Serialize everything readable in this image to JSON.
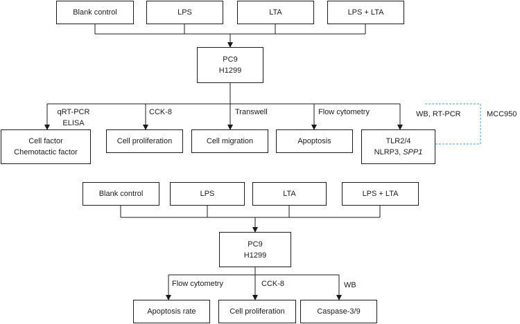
{
  "top": {
    "groups": [
      "Blank control",
      "LPS",
      "LTA",
      "LPS + LTA"
    ],
    "cells": [
      "PC9",
      "H1299"
    ],
    "methods": [
      "qRT-PCR",
      "ELISA",
      "CCK-8",
      "Transwell",
      "Flow cytometry"
    ],
    "outcomes": {
      "factor": [
        "Cell factor",
        "Chemotactic factor"
      ],
      "proliferation": "Cell proliferation",
      "migration": "Cell migration",
      "apoptosis": "Apoptosis",
      "tlr": [
        "TLR2/4",
        "NLRP3, ",
        "SPP1"
      ]
    },
    "wb_rtpcr": "WB, RT-PCR",
    "inhibitor": "MCC950",
    "dashed_color": "#3aa3e6"
  },
  "bottom": {
    "groups": [
      "Blank control",
      "LPS",
      "LTA",
      "LPS + LTA"
    ],
    "cells": [
      "PC9",
      "H1299"
    ],
    "methods": [
      "Flow cytometry",
      "CCK-8",
      "WB"
    ],
    "outcomes": [
      "Apoptosis rate",
      "Cell proliferation",
      "Caspase-3/9"
    ]
  }
}
